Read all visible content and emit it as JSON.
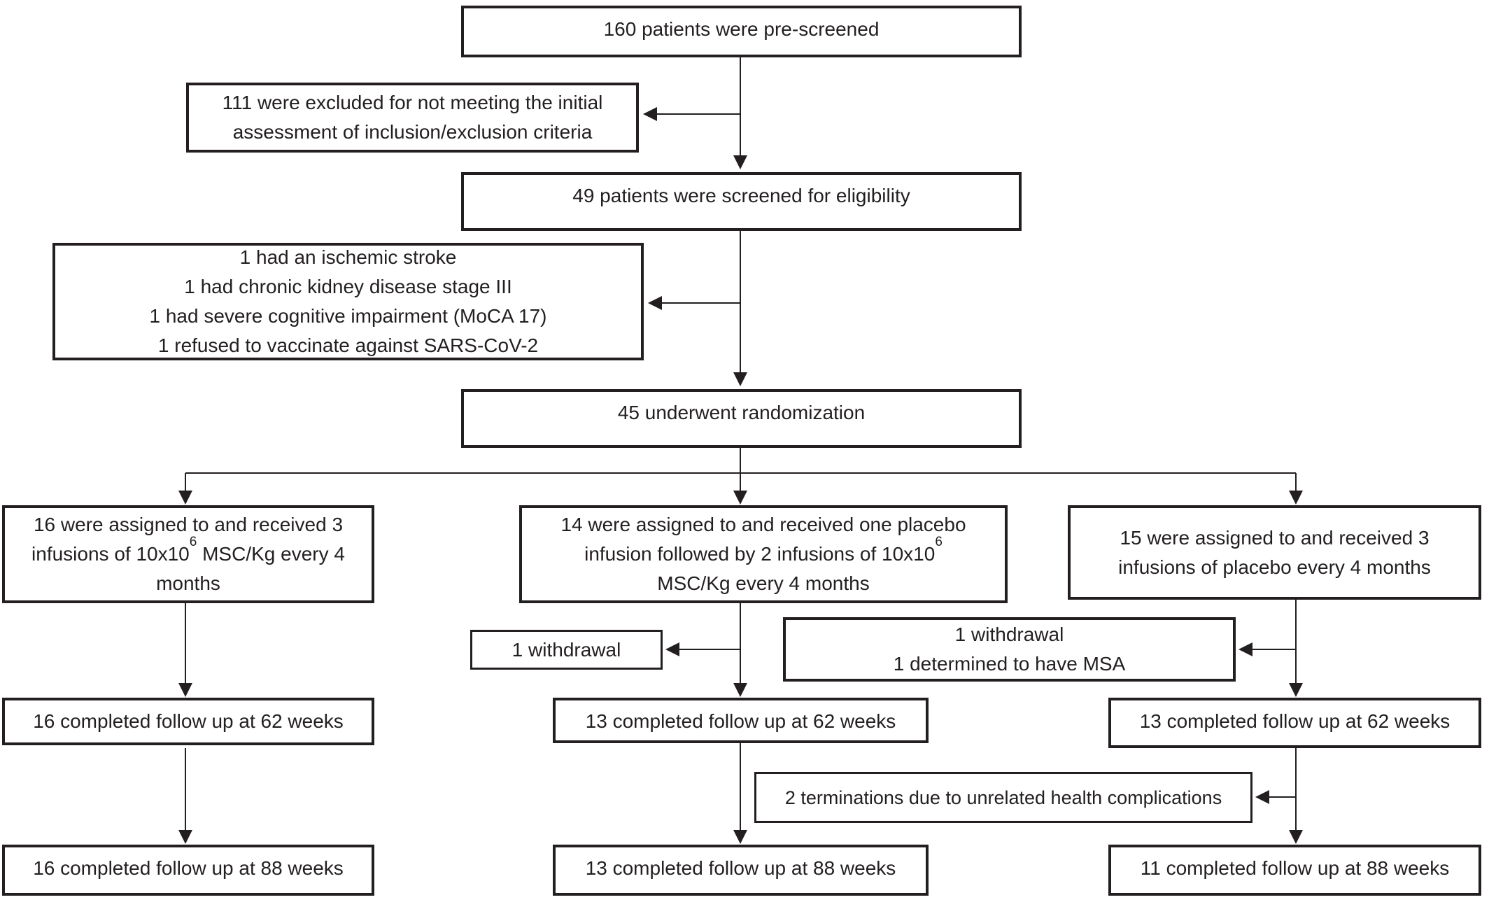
{
  "figure": {
    "type": "patient-flow-diagram",
    "background": "#ffffff",
    "ink": "#231f20"
  },
  "nodes": {
    "prescreened": {
      "text": "160 patients were pre-screened"
    },
    "excluded_initial": {
      "lines": [
        "111 were excluded for not meeting the initial",
        "assessment of inclusion/exclusion criteria"
      ]
    },
    "screened": {
      "text": "49 patients were screened for eligibility"
    },
    "excluded_eligibility": {
      "lines": [
        "1 had an ischemic stroke",
        "1 had chronic kidney disease stage III",
        "1 had severe cognitive impairment (MoCA 17)",
        "1 refused to vaccinate against SARS-CoV-2"
      ]
    },
    "randomized": {
      "text": "45 underwent randomization"
    },
    "arm_msc": {
      "line1": "16 were assigned to and received 3",
      "line2_pre": "infusions of 10x10",
      "line2_sup": "6",
      "line2_post": " MSC/Kg every 4",
      "line3": "months"
    },
    "arm_placebo_then_msc": {
      "line1": "14 were assigned to and received one placebo",
      "line2_pre": "infusion followed by 2 infusions of 10x10",
      "line2_sup": "6",
      "line3": "MSC/Kg every 4 months"
    },
    "arm_placebo": {
      "lines": [
        "15 were assigned to and received 3",
        "infusions of placebo every 4 months"
      ]
    },
    "withdrawal_mid": {
      "text": "1 withdrawal"
    },
    "withdrawal_right": {
      "lines": [
        "1 withdrawal",
        "1 determined to have MSA"
      ]
    },
    "wk62_left": {
      "text": "16 completed follow up at 62 weeks"
    },
    "wk62_mid": {
      "text": "13 completed follow up at 62 weeks"
    },
    "wk62_right": {
      "text": "13 completed follow up at 62 weeks"
    },
    "terminations": {
      "text": "2 terminations due to unrelated health complications"
    },
    "wk88_left": {
      "text": "16 completed follow up at 88 weeks"
    },
    "wk88_mid": {
      "text": "13 completed follow up at 88 weeks"
    },
    "wk88_right": {
      "text": "11 completed follow up at 88 weeks"
    }
  }
}
